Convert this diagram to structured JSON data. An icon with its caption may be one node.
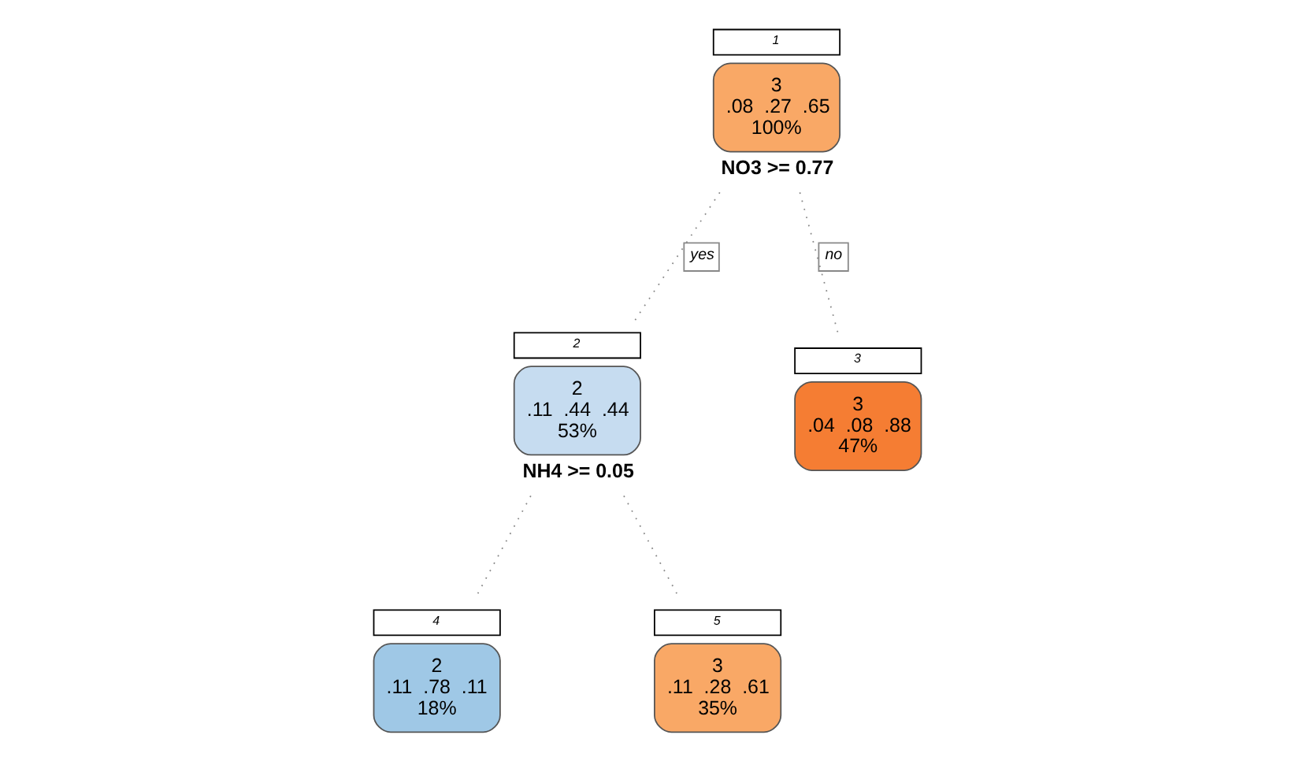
{
  "diagram": {
    "nodes": [
      {
        "text": [
          "3",
          ".08  .27  .65",
          "100%"
        ],
        "beside": [
          "1",
          "NO3 >= 0.77"
        ]
      },
      {
        "text": [
          "2",
          ".11  .44  .44",
          "53%"
        ],
        "beside": [
          "2",
          "NH4 >= 0.05"
        ]
      },
      {
        "text": [
          "2",
          ".11  .78  .11",
          "18%"
        ],
        "beside": [
          "4"
        ]
      },
      {
        "text": [
          "3",
          ".11  .28  .61",
          "35%"
        ],
        "beside": [
          "5"
        ]
      },
      {
        "text": [
          "3",
          ".04  .08  .88",
          "47%"
        ],
        "beside": [
          "3"
        ]
      }
    ],
    "edges": [
      {
        "from": 0,
        "to": 1,
        "arrow": "none",
        "style": "dashed",
        "label": "yes"
      },
      {
        "from": 0,
        "to": 4,
        "arrow": "none",
        "style": "dashed",
        "label": "no"
      },
      {
        "from": 1,
        "to": 2,
        "arrow": "none",
        "style": "dashed"
      },
      {
        "from": 1,
        "to": 3,
        "arrow": "none",
        "style": "dashed"
      }
    ]
  }
}
